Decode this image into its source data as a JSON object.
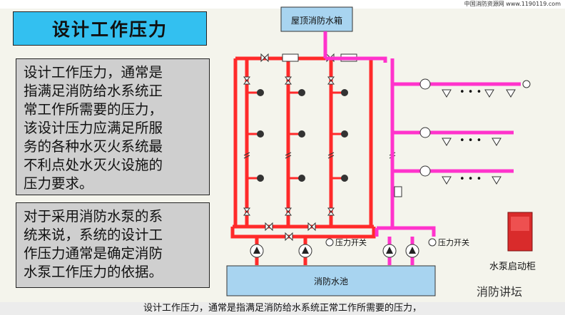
{
  "header": {
    "source": "中国消防资源网 www.1190119.com"
  },
  "title": "设计工作压力",
  "box1": {
    "lines": [
      "设计工作压力，通常是",
      "指满足消防给水系统正",
      "常工作所需要的压力，",
      "该设计压力应满足所服",
      "务的各种水灭火系统最",
      "不利点处水灭火设施的",
      "压力要求。"
    ]
  },
  "box2": {
    "lines": [
      "对于采用消防水泵的系",
      "统来说，系统的设计工",
      "作压力通常是确定消防",
      "水泵工作压力的依据。"
    ]
  },
  "diagram": {
    "roof_tank": "屋顶消防水箱",
    "pool": "消防水池",
    "pressure_switch_left": "压力开关",
    "pressure_switch_right": "压力开关",
    "pump_cabinet": "水泵启动柜",
    "dots": "• • •",
    "colors": {
      "hydrant": "#ff2a2a",
      "sprinkler": "#ff33cc",
      "tank": "#a8d4f0",
      "cabinet": "#d92b2b"
    }
  },
  "watermark": "消防讲坛",
  "caption": "设计工作压力，通常是指满足消防给水系统正常工作所需要的压力，"
}
